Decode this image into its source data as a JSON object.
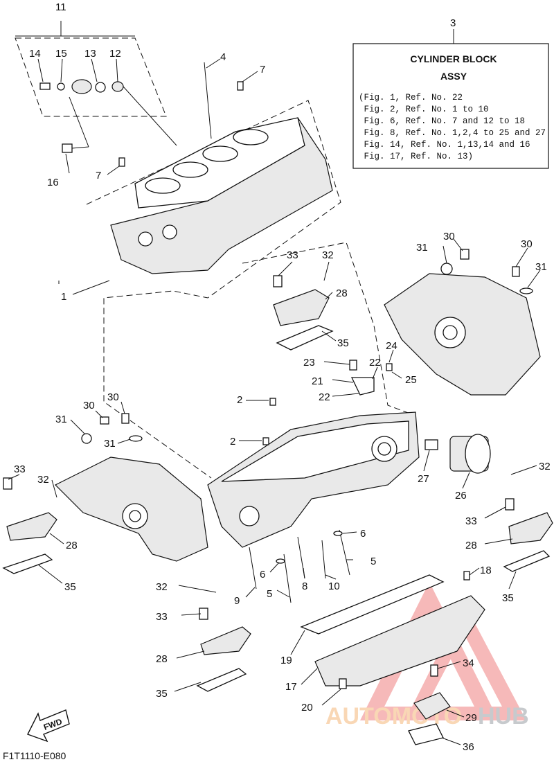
{
  "diagram_code": "F1T1110-E080",
  "legend": {
    "ref": "3",
    "title_line1": "CYLINDER BLOCK",
    "title_line2": "ASSY",
    "lines": [
      "(Fig. 1, Ref. No. 22",
      " Fig. 2, Ref. No. 1 to 10",
      " Fig. 6, Ref. No. 7 and 12 to 18",
      " Fig. 8, Ref. No. 1,2,4 to 25 and 27",
      " Fig. 14, Ref. No. 1,13,14 and 16",
      " Fig. 17, Ref. No. 13)"
    ]
  },
  "fwd_label": "FWD",
  "watermark": {
    "part1": "AUTOMOTO",
    "part2": "HUB"
  },
  "callouts": [
    {
      "id": "c11",
      "label": "11"
    },
    {
      "id": "c14",
      "label": "14"
    },
    {
      "id": "c15",
      "label": "15"
    },
    {
      "id": "c13",
      "label": "13"
    },
    {
      "id": "c12",
      "label": "12"
    },
    {
      "id": "c4",
      "label": "4"
    },
    {
      "id": "c7a",
      "label": "7"
    },
    {
      "id": "c7b",
      "label": "7"
    },
    {
      "id": "c16",
      "label": "16"
    },
    {
      "id": "c1",
      "label": "1"
    },
    {
      "id": "c30a",
      "label": "30"
    },
    {
      "id": "c31a",
      "label": "31"
    },
    {
      "id": "c30b",
      "label": "30"
    },
    {
      "id": "c31b",
      "label": "31"
    },
    {
      "id": "c33a",
      "label": "33"
    },
    {
      "id": "c32a",
      "label": "32"
    },
    {
      "id": "c28a",
      "label": "28"
    },
    {
      "id": "c35a",
      "label": "35"
    },
    {
      "id": "c23",
      "label": "23"
    },
    {
      "id": "c24",
      "label": "24"
    },
    {
      "id": "c22a",
      "label": "22"
    },
    {
      "id": "c21",
      "label": "21"
    },
    {
      "id": "c25",
      "label": "25"
    },
    {
      "id": "c22b",
      "label": "22"
    },
    {
      "id": "c2a",
      "label": "2"
    },
    {
      "id": "c2b",
      "label": "2"
    },
    {
      "id": "c30c",
      "label": "30"
    },
    {
      "id": "c30d",
      "label": "30"
    },
    {
      "id": "c31c",
      "label": "31"
    },
    {
      "id": "c31d",
      "label": "31"
    },
    {
      "id": "c33b",
      "label": "33"
    },
    {
      "id": "c32b",
      "label": "32"
    },
    {
      "id": "c28b",
      "label": "28"
    },
    {
      "id": "c35b",
      "label": "35"
    },
    {
      "id": "c27",
      "label": "27"
    },
    {
      "id": "c26",
      "label": "26"
    },
    {
      "id": "c32c",
      "label": "32"
    },
    {
      "id": "c33c",
      "label": "33"
    },
    {
      "id": "c28c",
      "label": "28"
    },
    {
      "id": "c35c",
      "label": "35"
    },
    {
      "id": "c6a",
      "label": "6"
    },
    {
      "id": "c5a",
      "label": "5"
    },
    {
      "id": "c6b",
      "label": "6"
    },
    {
      "id": "c8",
      "label": "8"
    },
    {
      "id": "c10",
      "label": "10"
    },
    {
      "id": "c9",
      "label": "9"
    },
    {
      "id": "c5b",
      "label": "5"
    },
    {
      "id": "c18",
      "label": "18"
    },
    {
      "id": "c32d",
      "label": "32"
    },
    {
      "id": "c33d",
      "label": "33"
    },
    {
      "id": "c28d",
      "label": "28"
    },
    {
      "id": "c35d",
      "label": "35"
    },
    {
      "id": "c19",
      "label": "19"
    },
    {
      "id": "c17",
      "label": "17"
    },
    {
      "id": "c34",
      "label": "34"
    },
    {
      "id": "c20",
      "label": "20"
    },
    {
      "id": "c29",
      "label": "29"
    },
    {
      "id": "c36",
      "label": "36"
    },
    {
      "id": "c3",
      "label": "3"
    }
  ]
}
